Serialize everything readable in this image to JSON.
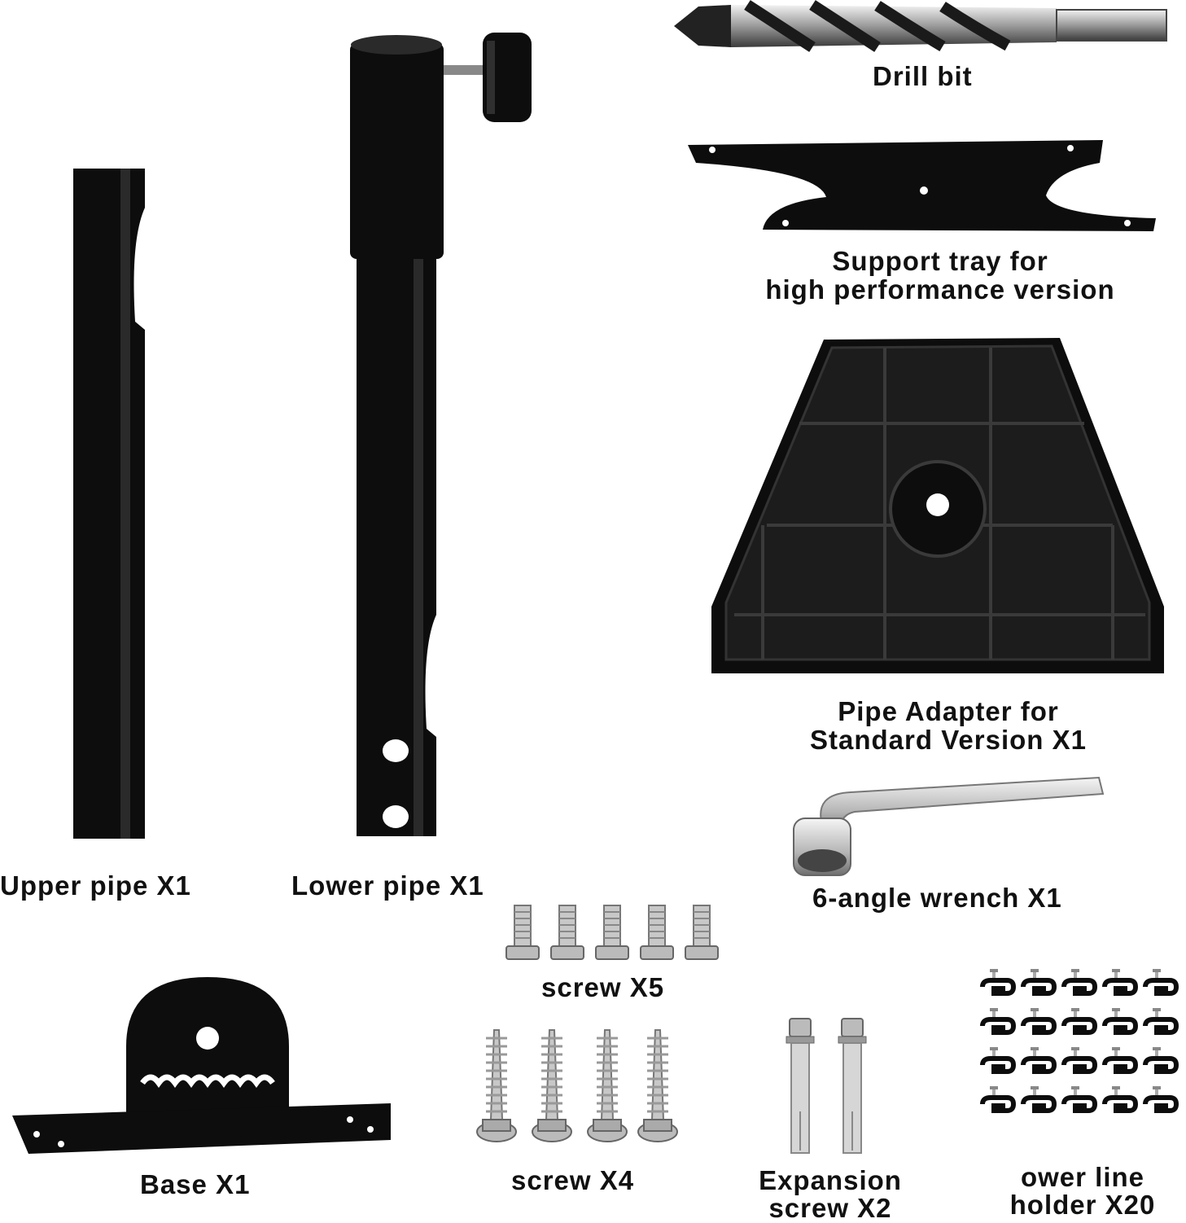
{
  "labels": {
    "drill_bit": "Drill bit",
    "support_tray_line1": "Support tray for",
    "support_tray_line2": "high performance version",
    "pipe_adapter_line1": "Pipe Adapter for",
    "pipe_adapter_line2": "Standard Version X1",
    "wrench": "6-angle wrench X1",
    "upper_pipe": "Upper pipe X1",
    "lower_pipe": "Lower pipe X1",
    "screw_x5": "screw X5",
    "screw_x4": "screw X4",
    "base": "Base X1",
    "expansion_line1": "Expansion",
    "expansion_line2": "screw X2",
    "holder_line1": "ower line",
    "holder_line2": "holder X20"
  },
  "colors": {
    "part_black": "#0d0d0d",
    "metal_light": "#d8d8d8",
    "metal_dark": "#8a8a8a"
  }
}
